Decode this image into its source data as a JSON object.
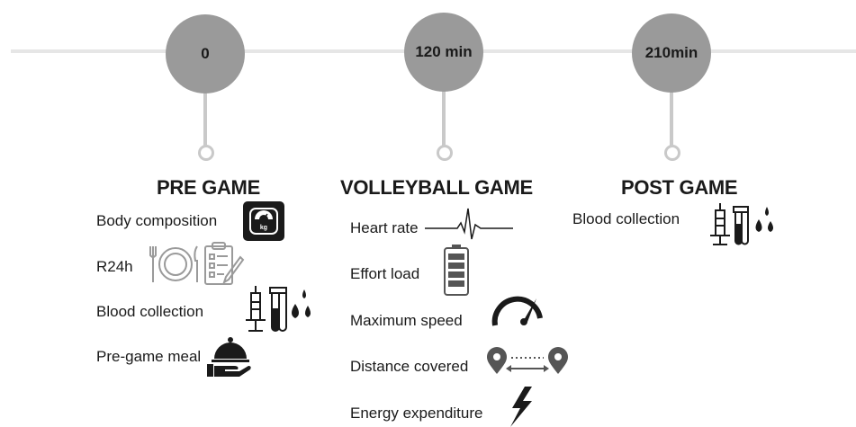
{
  "timeline": {
    "nodes": [
      {
        "label": "0"
      },
      {
        "label": "120 min"
      },
      {
        "label": "210min"
      }
    ]
  },
  "phases": [
    {
      "title": "PRE GAME",
      "items": [
        "Body composition",
        "R24h",
        "Blood collection",
        "Pre-game meal"
      ],
      "icons": [
        "weighing-scale-icon",
        "plate-cutlery-icon",
        "clipboard-checklist-icon",
        "syringe-icon",
        "test-tubes-icon",
        "blood-drops-icon",
        "serving-cloche-icon"
      ]
    },
    {
      "title": "VOLLEYBALL GAME",
      "items": [
        "Heart rate",
        "Effort load",
        "Maximum speed",
        "Distance covered",
        "Energy expenditure"
      ],
      "icons": [
        "heartbeat-line-icon",
        "battery-icon",
        "speedometer-icon",
        "distance-pins-icon",
        "lightning-icon"
      ]
    },
    {
      "title": "POST GAME",
      "items": [
        "Blood collection"
      ],
      "icons": [
        "syringe-icon",
        "test-tubes-icon",
        "blood-drops-icon"
      ]
    }
  ],
  "colors": {
    "circle": "#9a9a9a",
    "line": "#e6e6e6",
    "stem": "#c9c9c9",
    "icon": "#1a1a1a"
  }
}
